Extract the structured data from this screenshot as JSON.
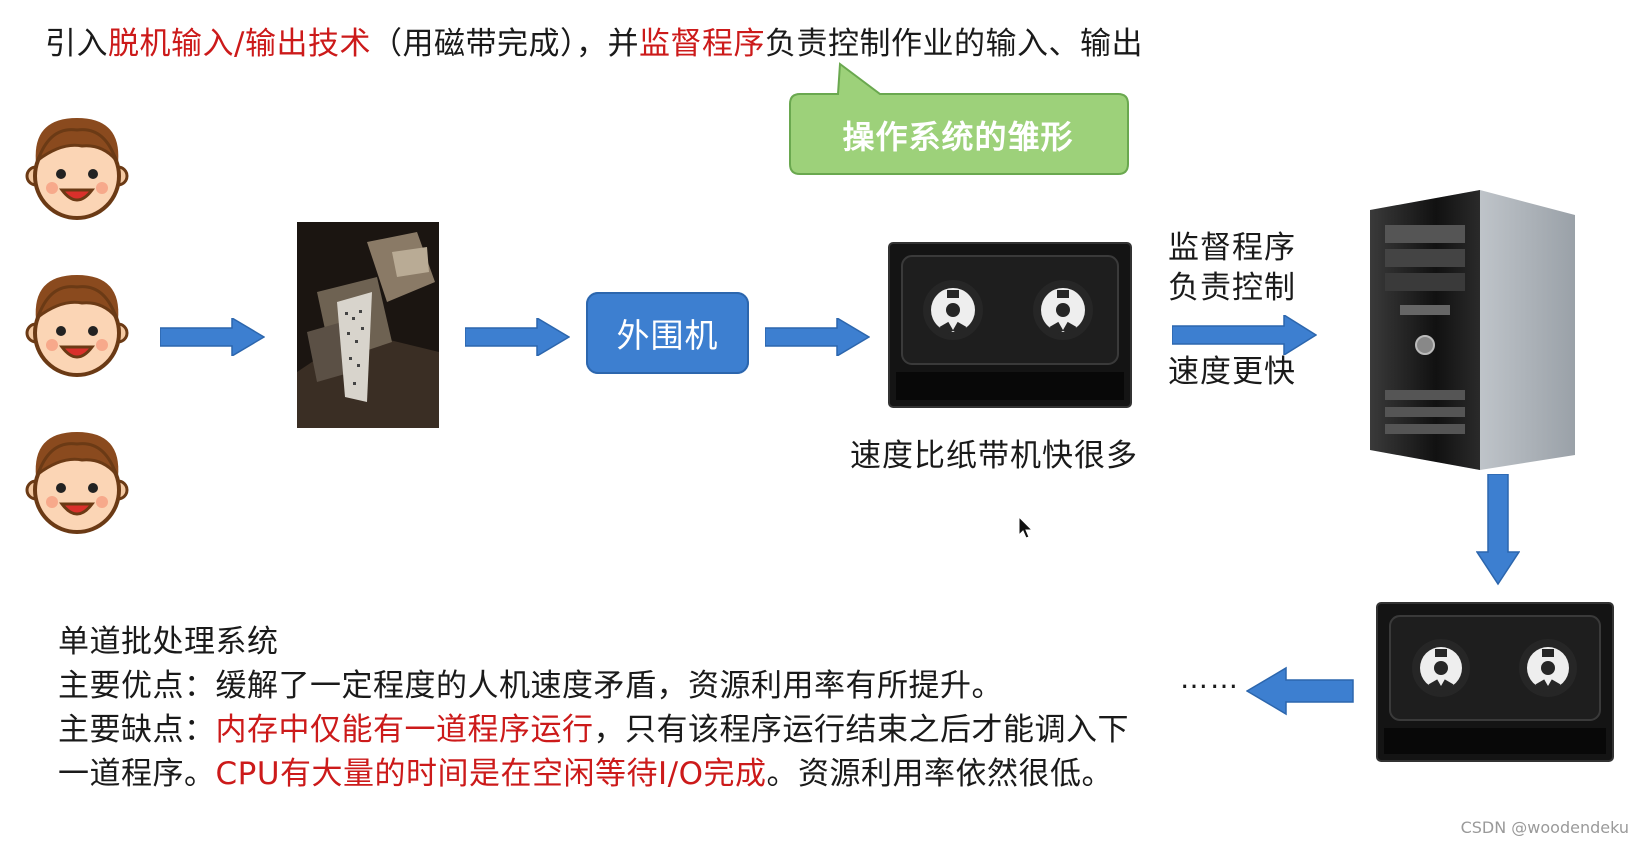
{
  "title": {
    "part1": "引入",
    "part2_red": "脱机输入/输出技术",
    "part3": "（用磁带完成），并",
    "part4_red": "监督程序",
    "part5": "负责控制作业的输入、输出"
  },
  "callout": {
    "text": "操作系统的雏形"
  },
  "peripheral": {
    "label": "外围机"
  },
  "tape_caption": "速度比纸带机快很多",
  "supervisor_label": {
    "line1": "监督程序",
    "line2": "负责控制",
    "line3": "速度更快"
  },
  "ellipsis": "……",
  "bottom_text": {
    "line1": "单道批处理系统",
    "advantage": "主要优点：缓解了一定程度的人机速度矛盾，资源利用率有所提升。",
    "disadvantage_prefix": "主要缺点：",
    "disadvantage_red1": "内存中仅能有一道程序运行",
    "disadvantage_mid": "，只有该程序运行结束之后才能调入下一道程序。",
    "disadvantage_red2": "CPU有大量的时间是在空闲等待I/O完成",
    "disadvantage_end": "。资源利用率依然很低。"
  },
  "watermark": "CSDN @woodendeku",
  "colors": {
    "accent_red": "#cc1a1a",
    "arrow_blue": "#3d7fd0",
    "callout_green": "#9dd17a",
    "peripheral_blue": "#3d7fd0"
  },
  "icons": [
    "user-face-icon",
    "paper-tape-machine-photo",
    "magnetic-tape-icon",
    "computer-tower-icon",
    "mouse-cursor-icon"
  ]
}
